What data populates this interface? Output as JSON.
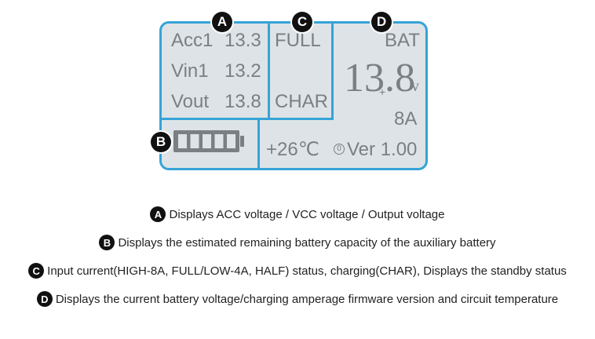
{
  "display": {
    "acc_label": "Acc1",
    "acc_value": "13.3",
    "vin_label": "Vin1",
    "vin_value": "13.2",
    "vout_label": "Vout",
    "vout_value": "13.8",
    "status_full": "FULL",
    "status_char": "CHAR",
    "bat_label": "BAT",
    "bat_voltage": "13.8",
    "bat_plus": "+",
    "bat_unit": "v",
    "bat_current": "8A",
    "temperature": "+26℃",
    "version_icon": "0",
    "version": "Ver 1.00",
    "battery_level": 1.0
  },
  "markers": {
    "a": "A",
    "b": "B",
    "c": "C",
    "d": "D"
  },
  "captions": [
    {
      "letter": "A",
      "text": "Displays ACC voltage / VCC voltage / Output voltage"
    },
    {
      "letter": "B",
      "text": "Displays the estimated remaining battery capacity of the auxiliary battery"
    },
    {
      "letter": "C",
      "text": "Input current(HIGH-8A, FULL/LOW-4A, HALF) status, charging(CHAR), Displays the standby status"
    },
    {
      "letter": "D",
      "text": "Displays the current battery voltage/charging amperage firmware version and circuit temperature"
    }
  ],
  "colors": {
    "frame": "#36a3d6",
    "screen": "#dde3e6",
    "segment": "#7a7f83",
    "marker": "#111111"
  }
}
